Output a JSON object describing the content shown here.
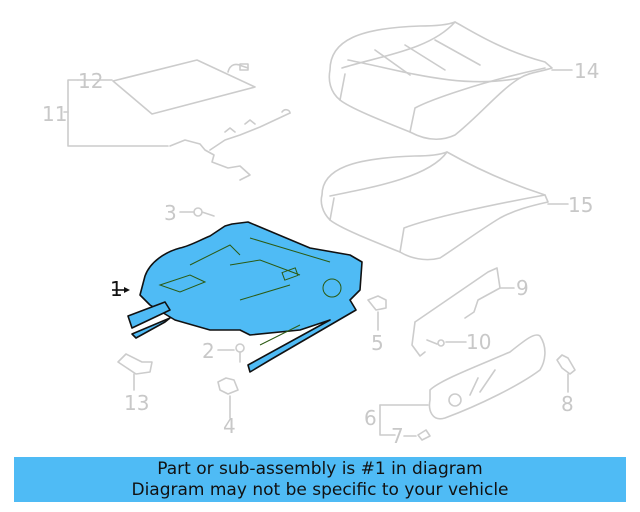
{
  "diagram": {
    "highlight_color": "#4fbbf5",
    "line_color": "#cccccc",
    "highlighted_part": "1",
    "callouts": [
      {
        "id": "1",
        "label": "1"
      },
      {
        "id": "2",
        "label": "2"
      },
      {
        "id": "3",
        "label": "3"
      },
      {
        "id": "4",
        "label": "4"
      },
      {
        "id": "5",
        "label": "5"
      },
      {
        "id": "6",
        "label": "6"
      },
      {
        "id": "7",
        "label": "7"
      },
      {
        "id": "8",
        "label": "8"
      },
      {
        "id": "9",
        "label": "9"
      },
      {
        "id": "10",
        "label": "10"
      },
      {
        "id": "11",
        "label": "11"
      },
      {
        "id": "12",
        "label": "12"
      },
      {
        "id": "13",
        "label": "13"
      },
      {
        "id": "14",
        "label": "14"
      },
      {
        "id": "15",
        "label": "15"
      }
    ]
  },
  "banner": {
    "line1": "Part or sub-assembly is #1 in diagram",
    "line2": "Diagram may not be specific to your vehicle",
    "background": "#4fbbf5"
  }
}
